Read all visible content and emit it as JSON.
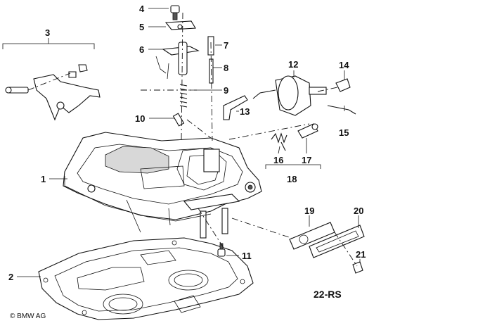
{
  "diagram": {
    "part_numbers": [
      "1",
      "2",
      "3",
      "4",
      "5",
      "6",
      "7",
      "8",
      "9",
      "10",
      "11",
      "12",
      "13",
      "14",
      "15",
      "16",
      "17",
      "18",
      "19",
      "20",
      "21"
    ],
    "reference_code": "22-RS",
    "copyright": "© BMW AG"
  }
}
